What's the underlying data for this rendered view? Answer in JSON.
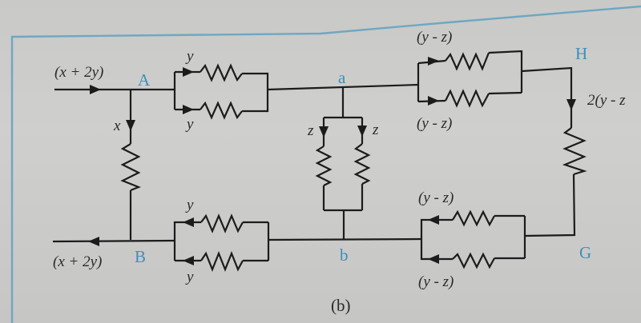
{
  "diagram": {
    "type": "electrical circuit (current distribution)",
    "caption": "(b)",
    "colors": {
      "wire": "#1c1c1c",
      "node_label": "#3c8fbd",
      "current_label": "#2a2a2a",
      "frame_border": "#6fa7c2",
      "background": "#cbcbc9"
    },
    "nodes": {
      "A": "A",
      "B": "B",
      "a": "a",
      "b": "b",
      "H": "H",
      "G": "G"
    },
    "currents": {
      "input": "(x + 2y)",
      "output": "(x + 2y)",
      "AB_branch": "x",
      "Aa_top": "y",
      "Aa_bottom": "y",
      "ab_left": "z",
      "ab_right": "z",
      "aH_top": "(y - z)",
      "aH_bottom": "(y - z)",
      "HG": "2(y - z",
      "Gb_top": "(y - z)",
      "Gb_bottom": "(y - z)",
      "bB_top": "y",
      "bB_bottom": "y"
    },
    "edges": [
      {
        "from": "input",
        "to": "A",
        "current": "(x + 2y)"
      },
      {
        "from": "A",
        "to": "B",
        "current": "x",
        "resistors": 1
      },
      {
        "from": "A",
        "to": "a",
        "current": "y",
        "resistors": 2,
        "parallel": true
      },
      {
        "from": "a",
        "to": "b",
        "current": "z",
        "resistors": 2,
        "parallel": true
      },
      {
        "from": "a",
        "to": "H",
        "current": "(y - z)",
        "resistors": 2,
        "parallel": true
      },
      {
        "from": "H",
        "to": "G",
        "current": "2(y - z)",
        "resistors": 1
      },
      {
        "from": "G",
        "to": "b",
        "current": "(y - z)",
        "resistors": 2,
        "parallel": true
      },
      {
        "from": "b",
        "to": "B",
        "current": "y",
        "resistors": 2,
        "parallel": true
      },
      {
        "from": "B",
        "to": "output",
        "current": "(x + 2y)"
      }
    ]
  }
}
